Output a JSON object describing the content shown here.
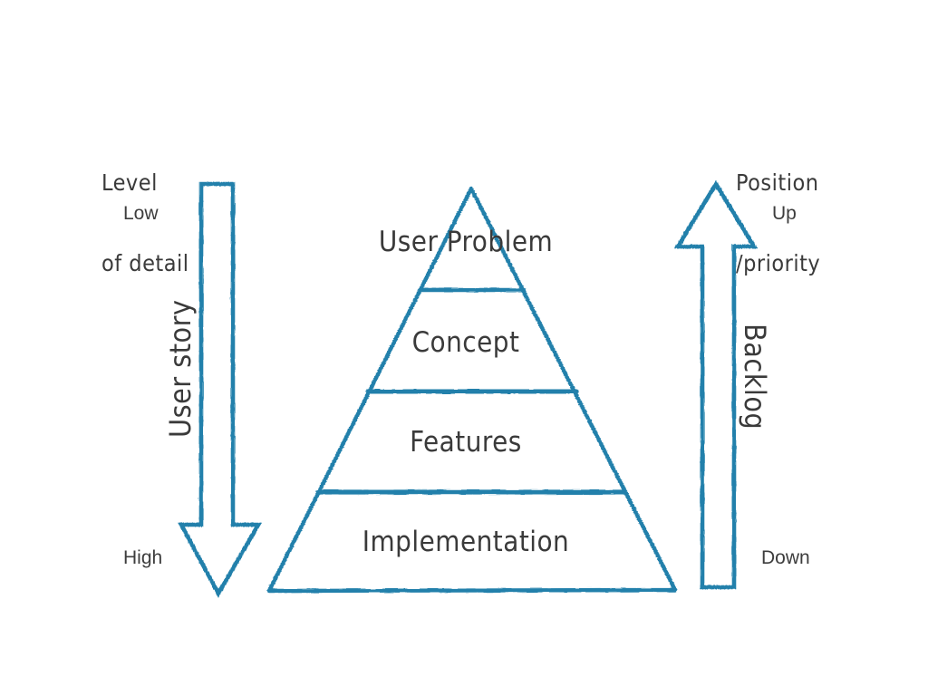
{
  "diagram": {
    "title_semantics": "user-story-pyramid",
    "accent_color": "#2180ab",
    "text_color": "#3a3a3a",
    "background": "#ffffff"
  },
  "left_axis": {
    "caption_line1": "Level",
    "caption_line2": "of detail",
    "caption": "Level\nof detail",
    "top_scale": "Low",
    "bottom_scale": "High",
    "arrow_label": "User story",
    "arrow_direction": "down",
    "arrow_icon": "arrow-down-icon"
  },
  "right_axis": {
    "caption_line1": "Position",
    "caption_line2": "/priority",
    "caption": "Position\n/priority",
    "top_scale": "Up",
    "bottom_scale": "Down",
    "arrow_label": "Backlog",
    "arrow_direction": "up",
    "arrow_icon": "arrow-up-icon"
  },
  "pyramid": {
    "icon": "pyramid-icon",
    "tiers": [
      {
        "label": "User Problem",
        "level": 1
      },
      {
        "label": "Concept",
        "level": 2
      },
      {
        "label": "Features",
        "level": 3
      },
      {
        "label": "Implementation",
        "level": 4
      }
    ]
  }
}
